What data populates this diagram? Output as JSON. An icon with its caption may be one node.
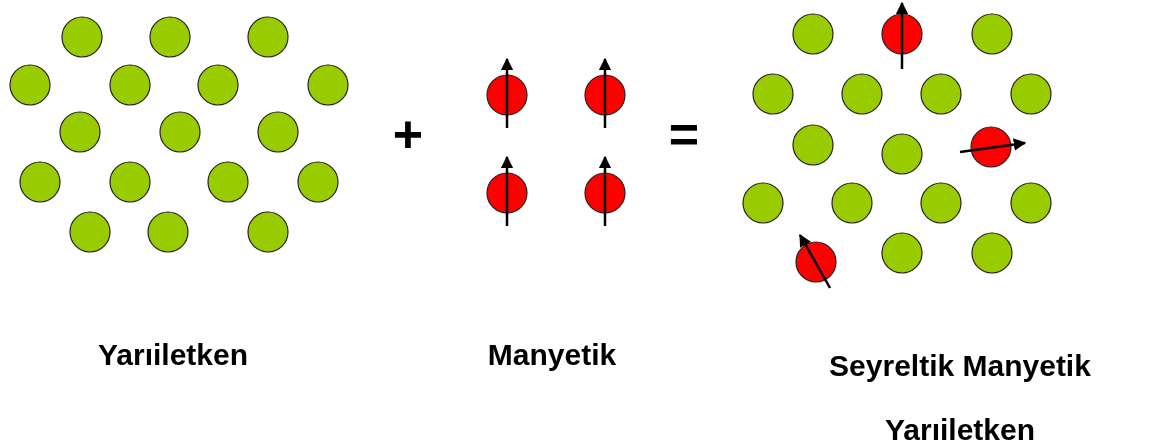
{
  "diagram": {
    "labels": [
      "+",
      "=",
      "Yarıiletken",
      "Manyetik",
      "Seyreltik Manyetik Yarıiletken"
    ]
  }
}
